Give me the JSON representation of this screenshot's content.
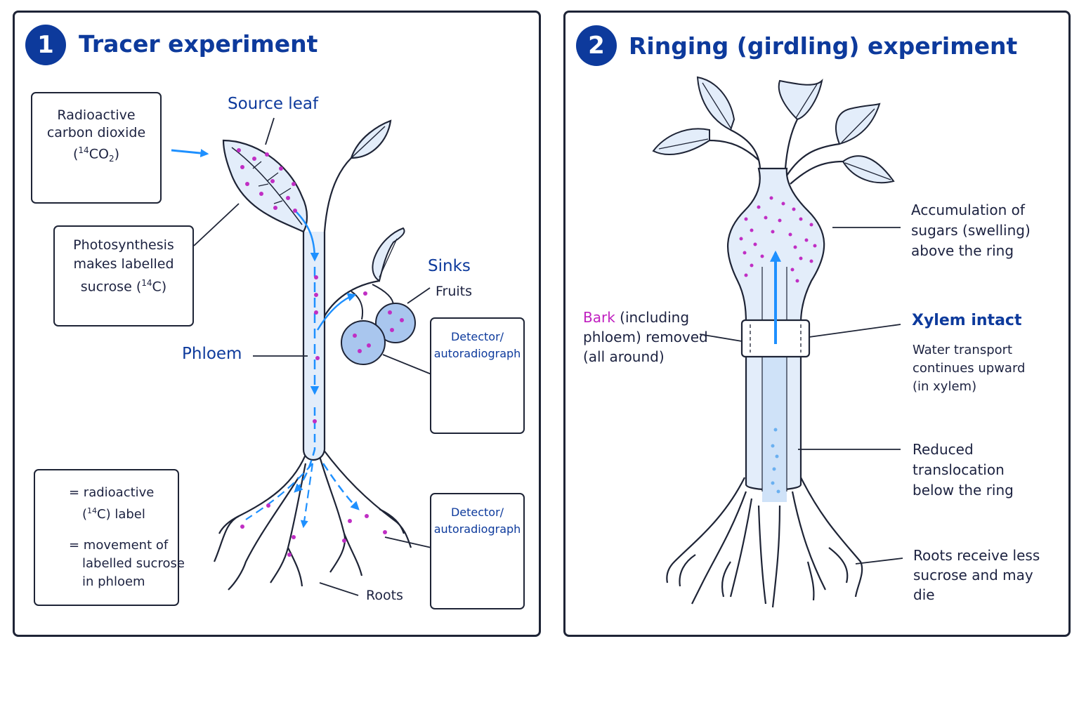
{
  "panel1": {
    "number": "1",
    "title": "Tracer experiment",
    "co2_box": {
      "line1": "Radioactive",
      "line2": "carbon dioxide",
      "formula_open": "(",
      "formula_sup": "14",
      "formula_main": "CO",
      "formula_sub": "2",
      "formula_close": ")"
    },
    "photo_box": {
      "line1": "Photosynthesis",
      "line2": "makes labelled",
      "line3_pre": "sucrose (",
      "line3_sup": "14",
      "line3_post": "C)"
    },
    "source_leaf": "Source leaf",
    "sinks": "Sinks",
    "fruits": "Fruits",
    "phloem": "Phloem",
    "roots": "Roots",
    "detector1": {
      "line1": "Detector/",
      "line2": "autoradiograph"
    },
    "detector2": {
      "line1": "Detector/",
      "line2": "autoradiograph"
    },
    "legend": {
      "dot_line1": "= radioactive",
      "dot_line2_pre": "(",
      "dot_line2_sup": "14",
      "dot_line2_post": "C) label",
      "arrow_line1": "= movement of",
      "arrow_line2": "labelled sucrose",
      "arrow_line3": "in phloem"
    }
  },
  "panel2": {
    "number": "2",
    "title": "Ringing (girdling) experiment",
    "accumulation": {
      "line1": "Accumulation of",
      "line2": "sugars (swelling)",
      "line3": "above the ring"
    },
    "bark": {
      "word": "Bark",
      "line1_rest": " (including",
      "line2": "phloem) removed",
      "line3": "(all around)"
    },
    "xylem_title": "Xylem intact",
    "xylem_desc": {
      "line1": "Water transport",
      "line2": "continues upward",
      "line3": "(in xylem)"
    },
    "reduced": {
      "line1": "Reduced",
      "line2": "translocation",
      "line3": "below the ring"
    },
    "roots": {
      "line1": "Roots receive less",
      "line2": "sucrose and may",
      "line3": "die"
    }
  },
  "colors": {
    "accent_blue": "#0d3a9c",
    "arrow_blue": "#1e90ff",
    "label_magenta": "#c02ec4",
    "plant_fill": "#e3edfa",
    "outline": "#1e2436"
  }
}
